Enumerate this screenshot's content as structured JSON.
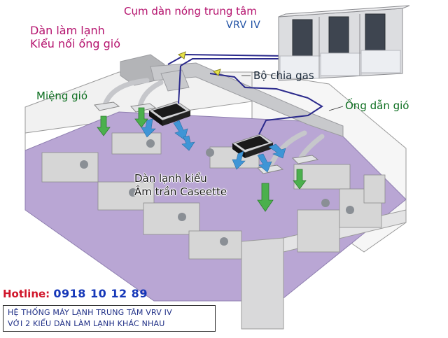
{
  "labels": {
    "outdoor_unit_title": "Cụm dàn nóng trung tâm",
    "outdoor_unit_model": "VRV IV",
    "ducted_unit_line1": "Dàn làm lạnh",
    "ducted_unit_line2": "Kiểu nối ống gió",
    "gas_splitter": "Bộ chia gas",
    "air_outlet": "Miệng gió",
    "air_duct": "Ống dẫn gió",
    "cassette_line1": "Dàn lạnh kiểu",
    "cassette_line2": "Âm trần Caseette"
  },
  "hotline": {
    "prefix": "Hotline:",
    "number": "0918 10 12 89"
  },
  "caption": {
    "line1": "HỆ THỐNG MÁY LẠNH TRUNG TÂM VRV IV",
    "line2": "VỚI 2 KIỂU DÀN LÀM LẠNH KHÁC NHAU"
  },
  "colors": {
    "floor": "#b9a6d4",
    "pipe": "#2b2a8c",
    "duct": "#c8c9cc",
    "airflow_green": "#4bb04d",
    "airflow_blue": "#3f95d6",
    "title_magenta": "#b5136e",
    "label_green": "#0c6e1f",
    "hotline_red": "#d0152a",
    "hotline_blue": "#1537b8"
  }
}
